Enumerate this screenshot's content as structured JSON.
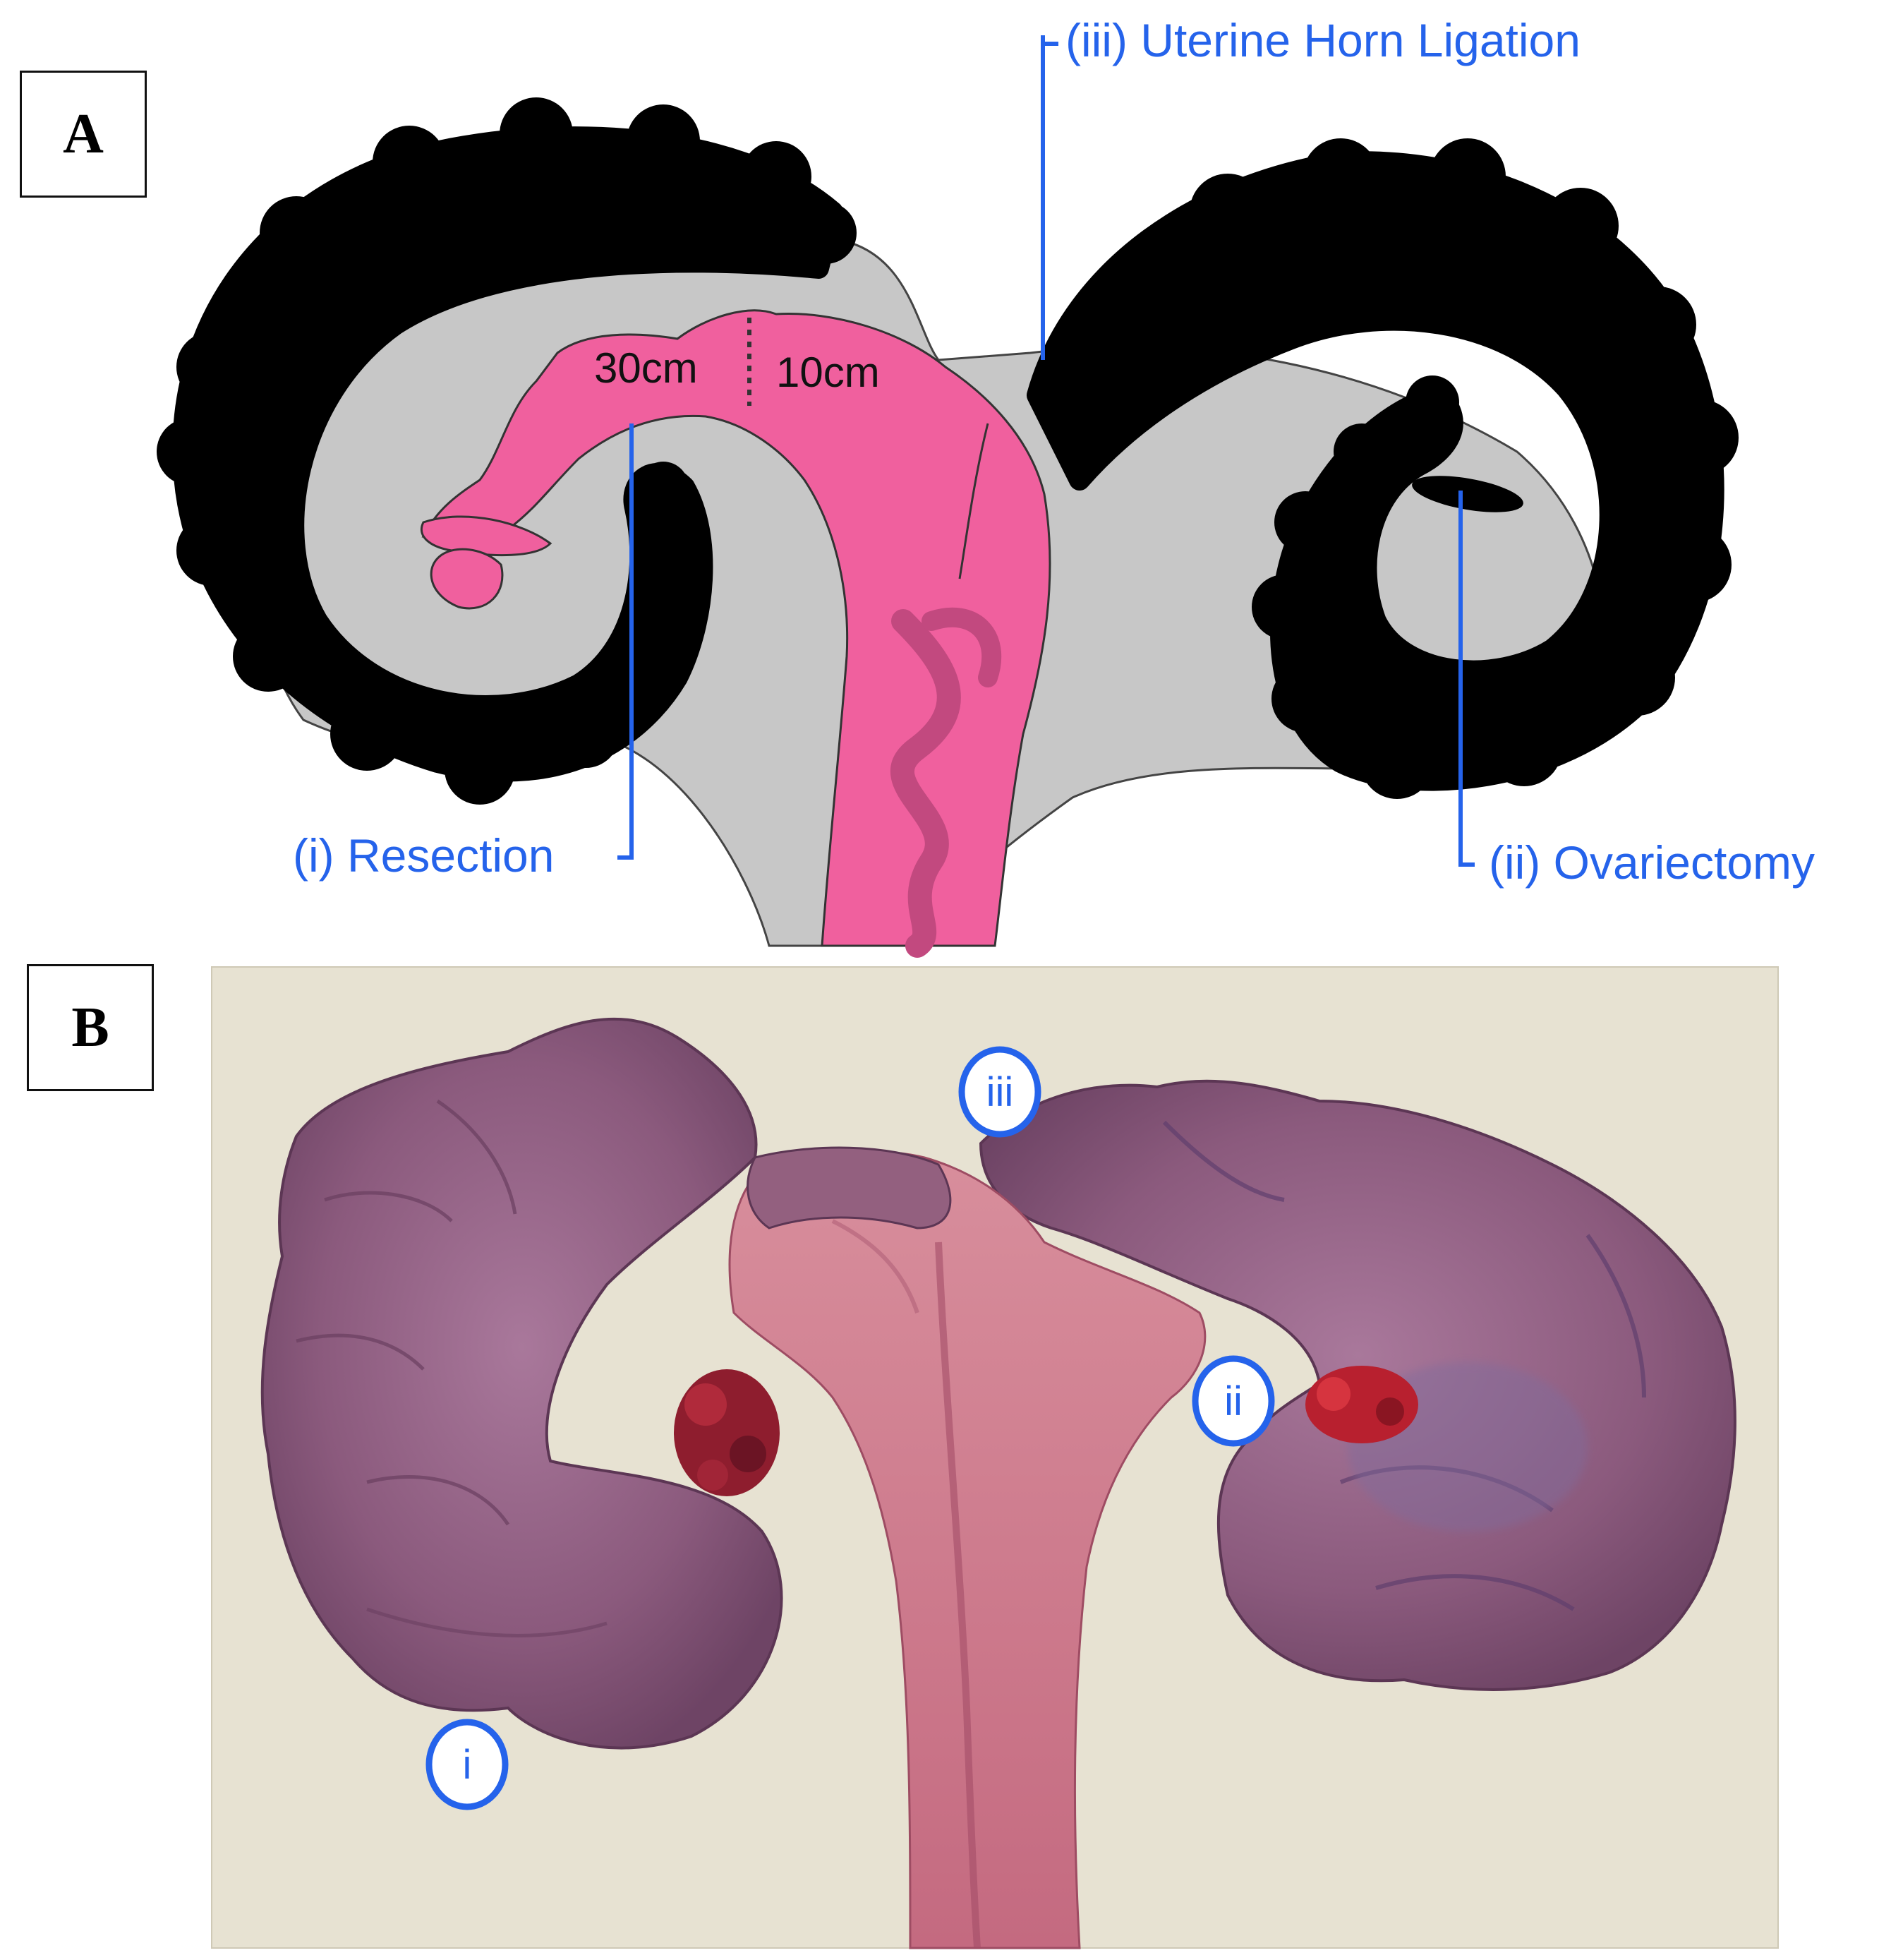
{
  "panels": {
    "a_label": "A",
    "b_label": "B"
  },
  "diagram": {
    "segment_labels": [
      "30cm",
      "10cm"
    ],
    "callouts": {
      "resection": "(i) Resection",
      "ovariectomy": "(ii) Ovariectomy",
      "ligation": "(iii) Uterine Horn Ligation"
    }
  },
  "photo": {
    "markers": {
      "i": "i",
      "ii": "ii",
      "iii": "iii"
    }
  },
  "colors": {
    "callout_blue": "#2563eb",
    "pink_tissue": "#f0609e",
    "dark_pink": "#c2497f",
    "mesentery_gray": "#c7c7c7",
    "horn_black": "#000000",
    "photo_bg": "#e7e2d2",
    "tissue_purple": "#8c5a7c"
  }
}
